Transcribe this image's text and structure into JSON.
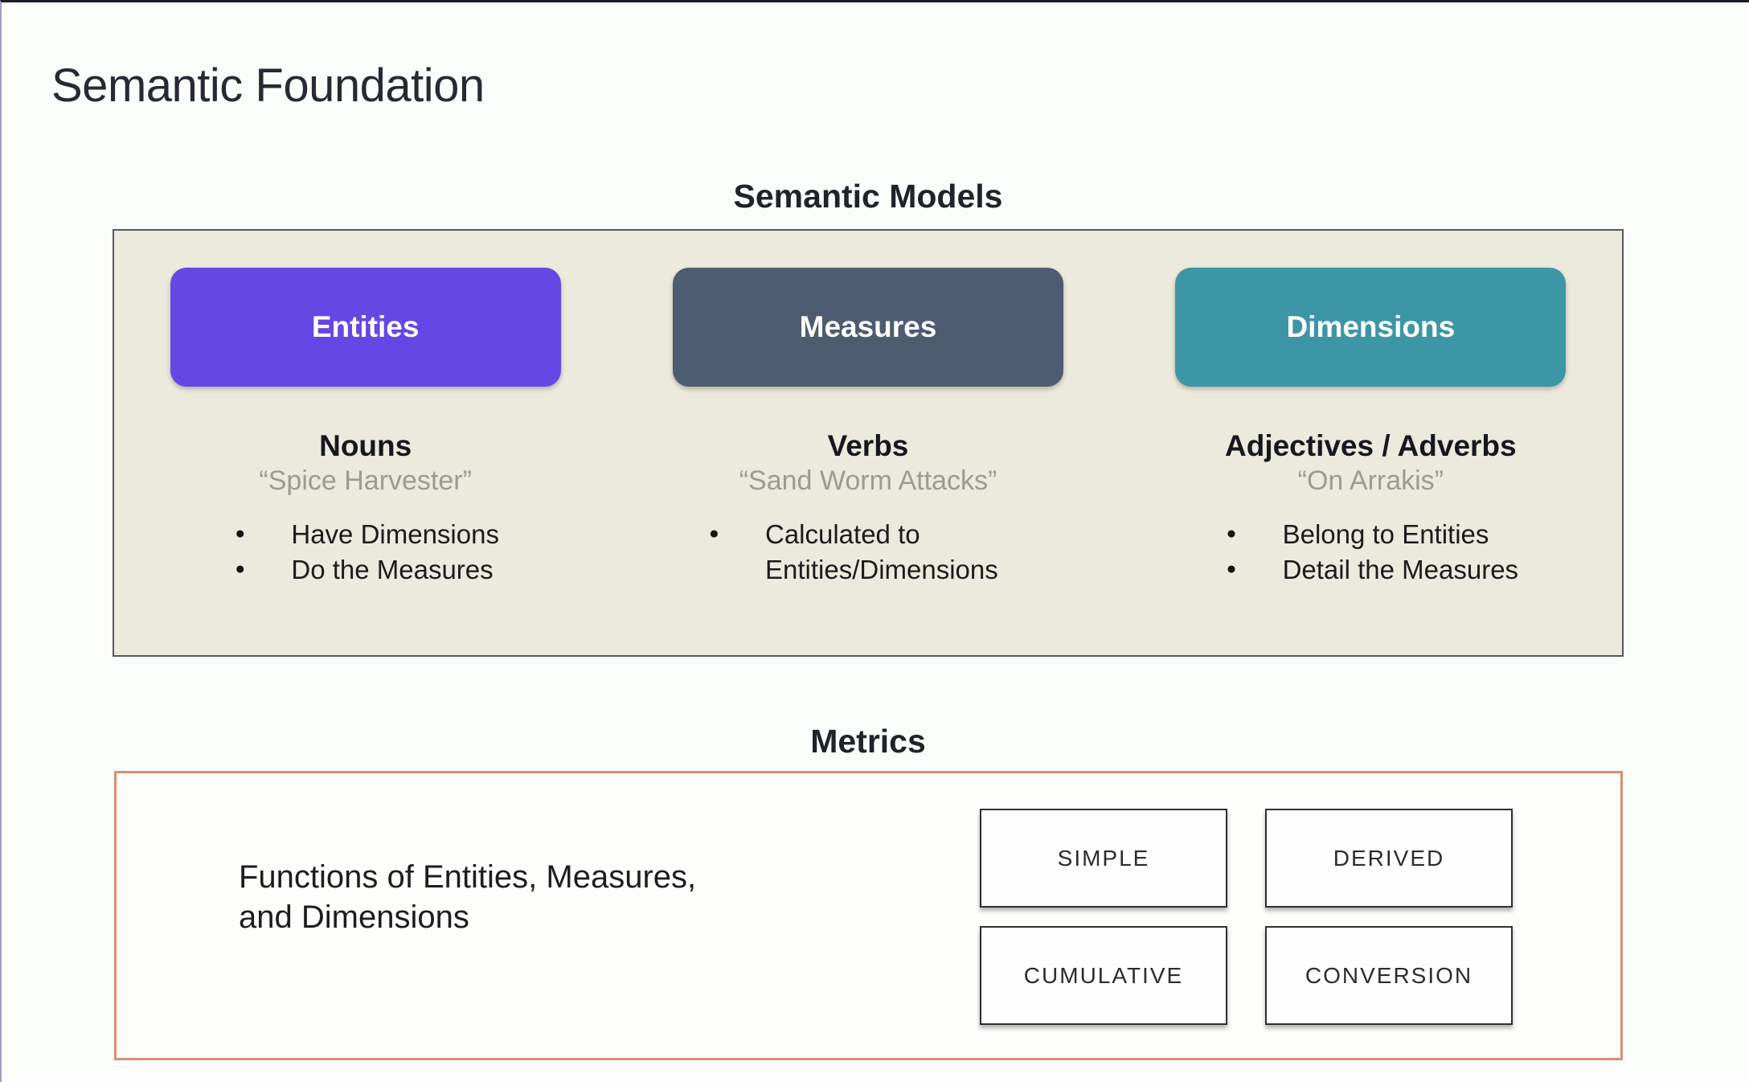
{
  "page": {
    "title": "Semantic Foundation"
  },
  "semantic_models": {
    "heading": "Semantic Models",
    "panel_color": "#ECE9DD",
    "columns": [
      {
        "button": "Entities",
        "button_color": "#6447E4",
        "label": "Nouns",
        "quote": "“Spice Harvester”",
        "bullets": [
          "Have Dimensions",
          "Do the Measures"
        ]
      },
      {
        "button": "Measures",
        "button_color": "#4E5C71",
        "label": "Verbs",
        "quote": "“Sand Worm Attacks”",
        "bullets": [
          "Calculated to Entities/Dimensions"
        ]
      },
      {
        "button": "Dimensions",
        "button_color": "#3D96A5",
        "label": "Adjectives / Adverbs",
        "quote": "“On Arrakis”",
        "bullets": [
          "Belong to Entities",
          "Detail the Measures"
        ]
      }
    ]
  },
  "metrics": {
    "heading": "Metrics",
    "border_color": "#D98F73",
    "description_line1": "Functions of Entities, Measures,",
    "description_line2": "and Dimensions",
    "boxes": [
      "SIMPLE",
      "DERIVED",
      "CUMULATIVE",
      "CONVERSION"
    ]
  }
}
